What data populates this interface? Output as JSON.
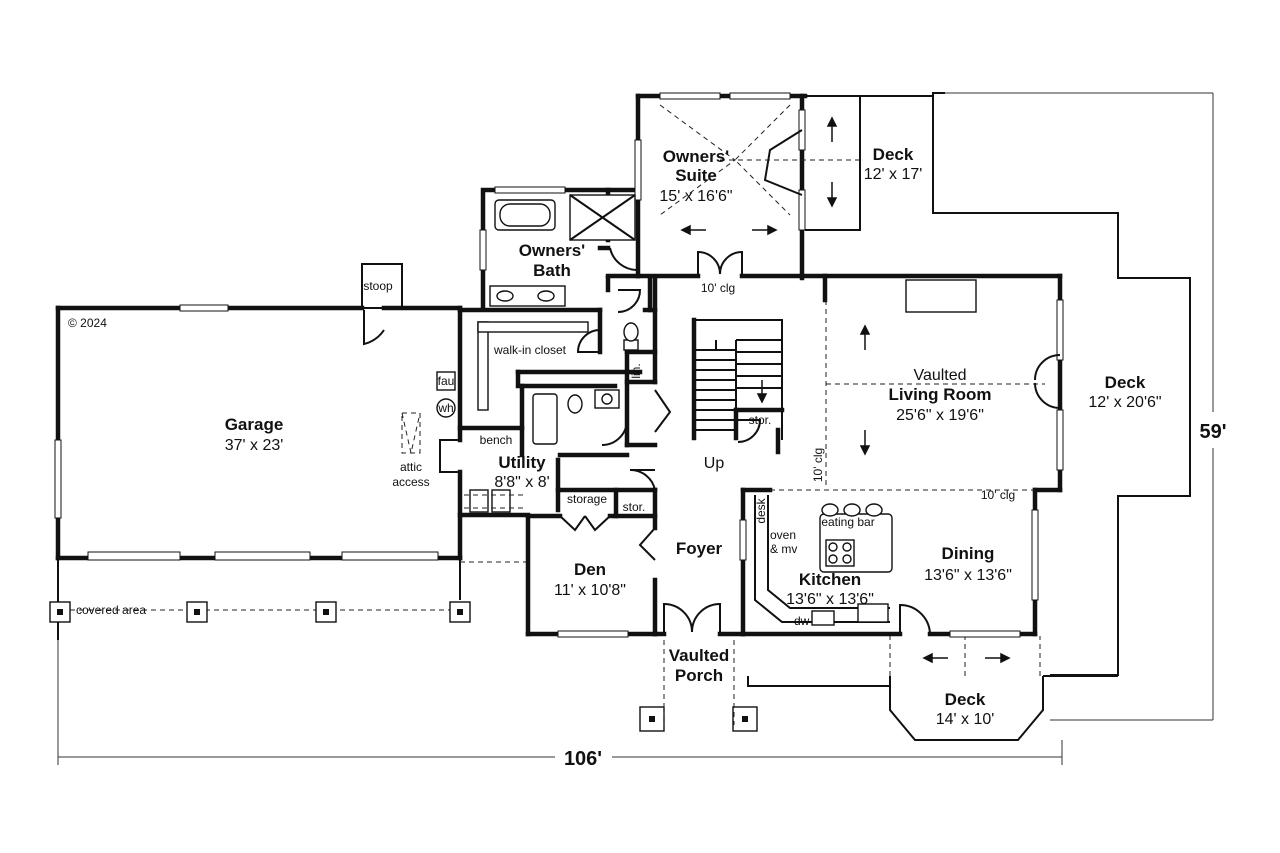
{
  "copyright": "© 2024",
  "overall": {
    "width": "106'",
    "depth": "59'"
  },
  "rooms": {
    "garage": {
      "name": "Garage",
      "size": "37' x 23'"
    },
    "owners_suite": {
      "name_1": "Owners'",
      "name_2": "Suite",
      "size": "15' x 16'6\""
    },
    "owners_bath": {
      "name_1": "Owners'",
      "name_2": "Bath"
    },
    "deck_owner": {
      "name": "Deck",
      "size": "12' x 17'"
    },
    "living": {
      "name_1": "Vaulted",
      "name_2": "Living Room",
      "size": "25'6\" x 19'6\""
    },
    "deck_right": {
      "name": "Deck",
      "size": "12' x 20'6\""
    },
    "utility": {
      "name": "Utility",
      "size": "8'8\" x 8'"
    },
    "den": {
      "name": "Den",
      "size": "11' x 10'8\""
    },
    "foyer": {
      "name": "Foyer"
    },
    "kitchen": {
      "name": "Kitchen",
      "size": "13'6\" x 13'6\""
    },
    "dining": {
      "name": "Dining",
      "size": "13'6\" x 13'6\""
    },
    "deck_bottom": {
      "name": "Deck",
      "size": "14' x 10'"
    },
    "porch": {
      "name_1": "Vaulted",
      "name_2": "Porch"
    }
  },
  "notes": {
    "stoop": "stoop",
    "walk_in_closet": "walk-in closet",
    "fau": "fau",
    "wh": "wh",
    "attic_1": "attic",
    "attic_2": "access",
    "bench": "bench",
    "storage": "storage",
    "stor_1": "stor.",
    "stor_2": "stor.",
    "lin": "lin.",
    "up": "Up",
    "clg_suite": "10' clg",
    "clg_vert": "10' clg",
    "clg_dining": "10' clg",
    "desk": "desk",
    "oven_1": "oven",
    "oven_2": "& mv",
    "eating_bar": "eating bar",
    "dw": "dw",
    "covered_area": "covered area"
  }
}
